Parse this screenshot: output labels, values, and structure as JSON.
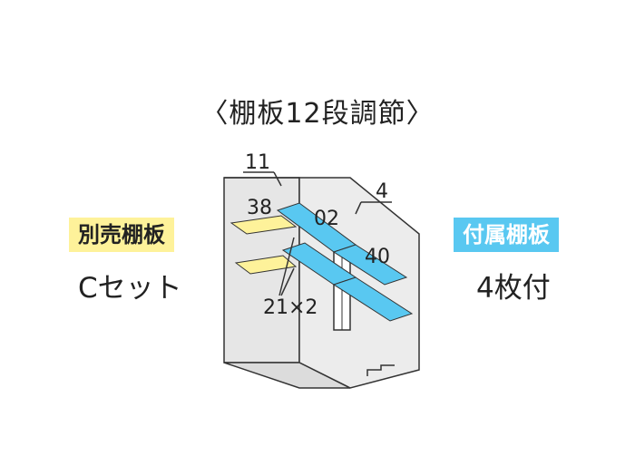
{
  "title": "〈棚板12段調節〉",
  "left_badge": "別売棚板",
  "left_value": "Cセット",
  "right_badge": "付属棚板",
  "right_value": "4枚付",
  "dimensions": {
    "top_left": "11",
    "left_depth": "38",
    "middle": "02",
    "right_top": "4",
    "right_depth": "40",
    "bottom": "21×2"
  },
  "colors": {
    "optional_shelf": "#fef29a",
    "included_shelf": "#59c8f1",
    "shed_fill": "#e6e6e6"
  }
}
